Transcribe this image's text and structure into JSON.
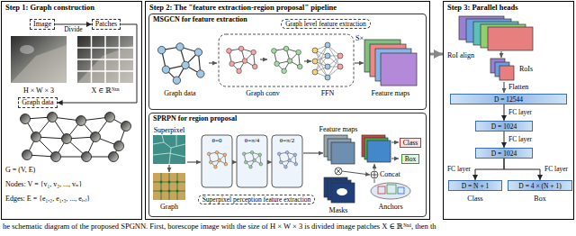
{
  "diagram": {
    "caption": "he schematic diagram of the proposed SPGNN. First, borescope image with the size of H × W × 3 is divided image patches X ∈ ℝᴺˣᵈ, then th",
    "nodes": [
      {
        "text": [
          "Step 1: Graph construction"
        ]
      },
      {
        "text": [
          "Image"
        ],
        "in": 0
      },
      {
        "text": [
          "Patches"
        ],
        "in": 0
      },
      {
        "text": [
          "Graph data"
        ],
        "in": 0
      },
      {
        "text": [
          "Step 2: The \"feature extraction-region proposal\" pipeline"
        ]
      },
      {
        "text": [
          "MSGCN for feature extraction"
        ],
        "in": 4
      },
      {
        "text": [
          "Graph level feature extraction"
        ],
        "in": 5
      },
      {
        "text": [
          "SPRPN for region proposal"
        ],
        "in": 4
      },
      {
        "text": [
          "Superpixel perception feature extraction"
        ],
        "in": 7
      },
      {
        "text": [
          "Class"
        ],
        "in": 7
      },
      {
        "text": [
          "Box"
        ],
        "in": 7
      },
      {
        "text": [
          "Step 3: Parallel heads"
        ]
      },
      {
        "text": [
          "D = 12544"
        ],
        "in": 11
      },
      {
        "text": [
          "D = 1024"
        ],
        "in": 11
      },
      {
        "text": [
          "D = 1024"
        ],
        "in": 11
      },
      {
        "text": [
          "D = N + 1"
        ],
        "in": 11
      },
      {
        "text": [
          "D = 4 × (N + 1)"
        ],
        "in": 11
      }
    ],
    "edges": [
      {
        "from": 1,
        "to": 2,
        "arrow": "to",
        "label": "Divide"
      },
      {
        "from": 2,
        "to": 3,
        "arrow": "to"
      },
      {
        "from": 4,
        "to": 11,
        "arrow": "to"
      },
      {
        "from": 12,
        "to": 13,
        "arrow": "to",
        "label": "FC layer"
      },
      {
        "from": 13,
        "to": 14,
        "arrow": "to",
        "label": "FC layer"
      },
      {
        "from": 14,
        "to": 15,
        "arrow": "to",
        "label": "FC layer"
      },
      {
        "from": 14,
        "to": 16,
        "arrow": "to",
        "label": "FC layer"
      }
    ],
    "labels": [
      "H × W × 3",
      "X ∈ ℝᴺˣⁿ",
      "G = (V, E)",
      "Nodes: V = {v₁, v₂, ..., vₙ}",
      "Edges: E = {e₁,₂, e₁,₃, ..., eᵢ,ⱼ}",
      "Graph data",
      "Graph conv",
      "FFN",
      "S×",
      "Feature maps",
      "Superpixel",
      "Graph",
      "θ=0",
      "θ=π/4",
      "θ=π/2",
      "Feature maps",
      "Masks",
      "Concat",
      "Anchors",
      "RoI align",
      "RoIs",
      "Flatten",
      "Class",
      "Box"
    ]
  }
}
